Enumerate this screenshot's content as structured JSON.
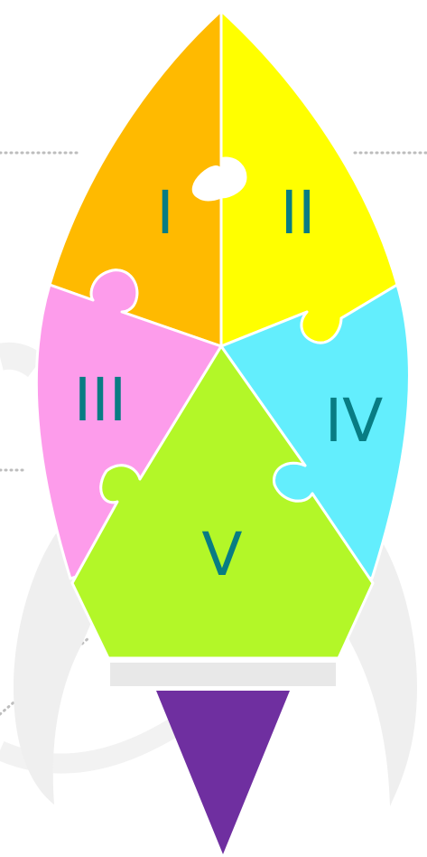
{
  "diagram": {
    "pieces": [
      {
        "id": "p1",
        "label": "I",
        "color": "#FFBA00"
      },
      {
        "id": "p2",
        "label": "II",
        "color": "#FFFF00"
      },
      {
        "id": "p3",
        "label": "III",
        "color": "#FD9CEB"
      },
      {
        "id": "p4",
        "label": "IV",
        "color": "#63EEFD"
      },
      {
        "id": "p5",
        "label": "V",
        "color": "#B3F728"
      }
    ],
    "numeral_color": "#087C83",
    "nozzle_color": "#E8E8E8",
    "flame_color": "#6F2FA0",
    "fins_color": "#EFEFEF",
    "dots_color": "#BDBDBD"
  }
}
